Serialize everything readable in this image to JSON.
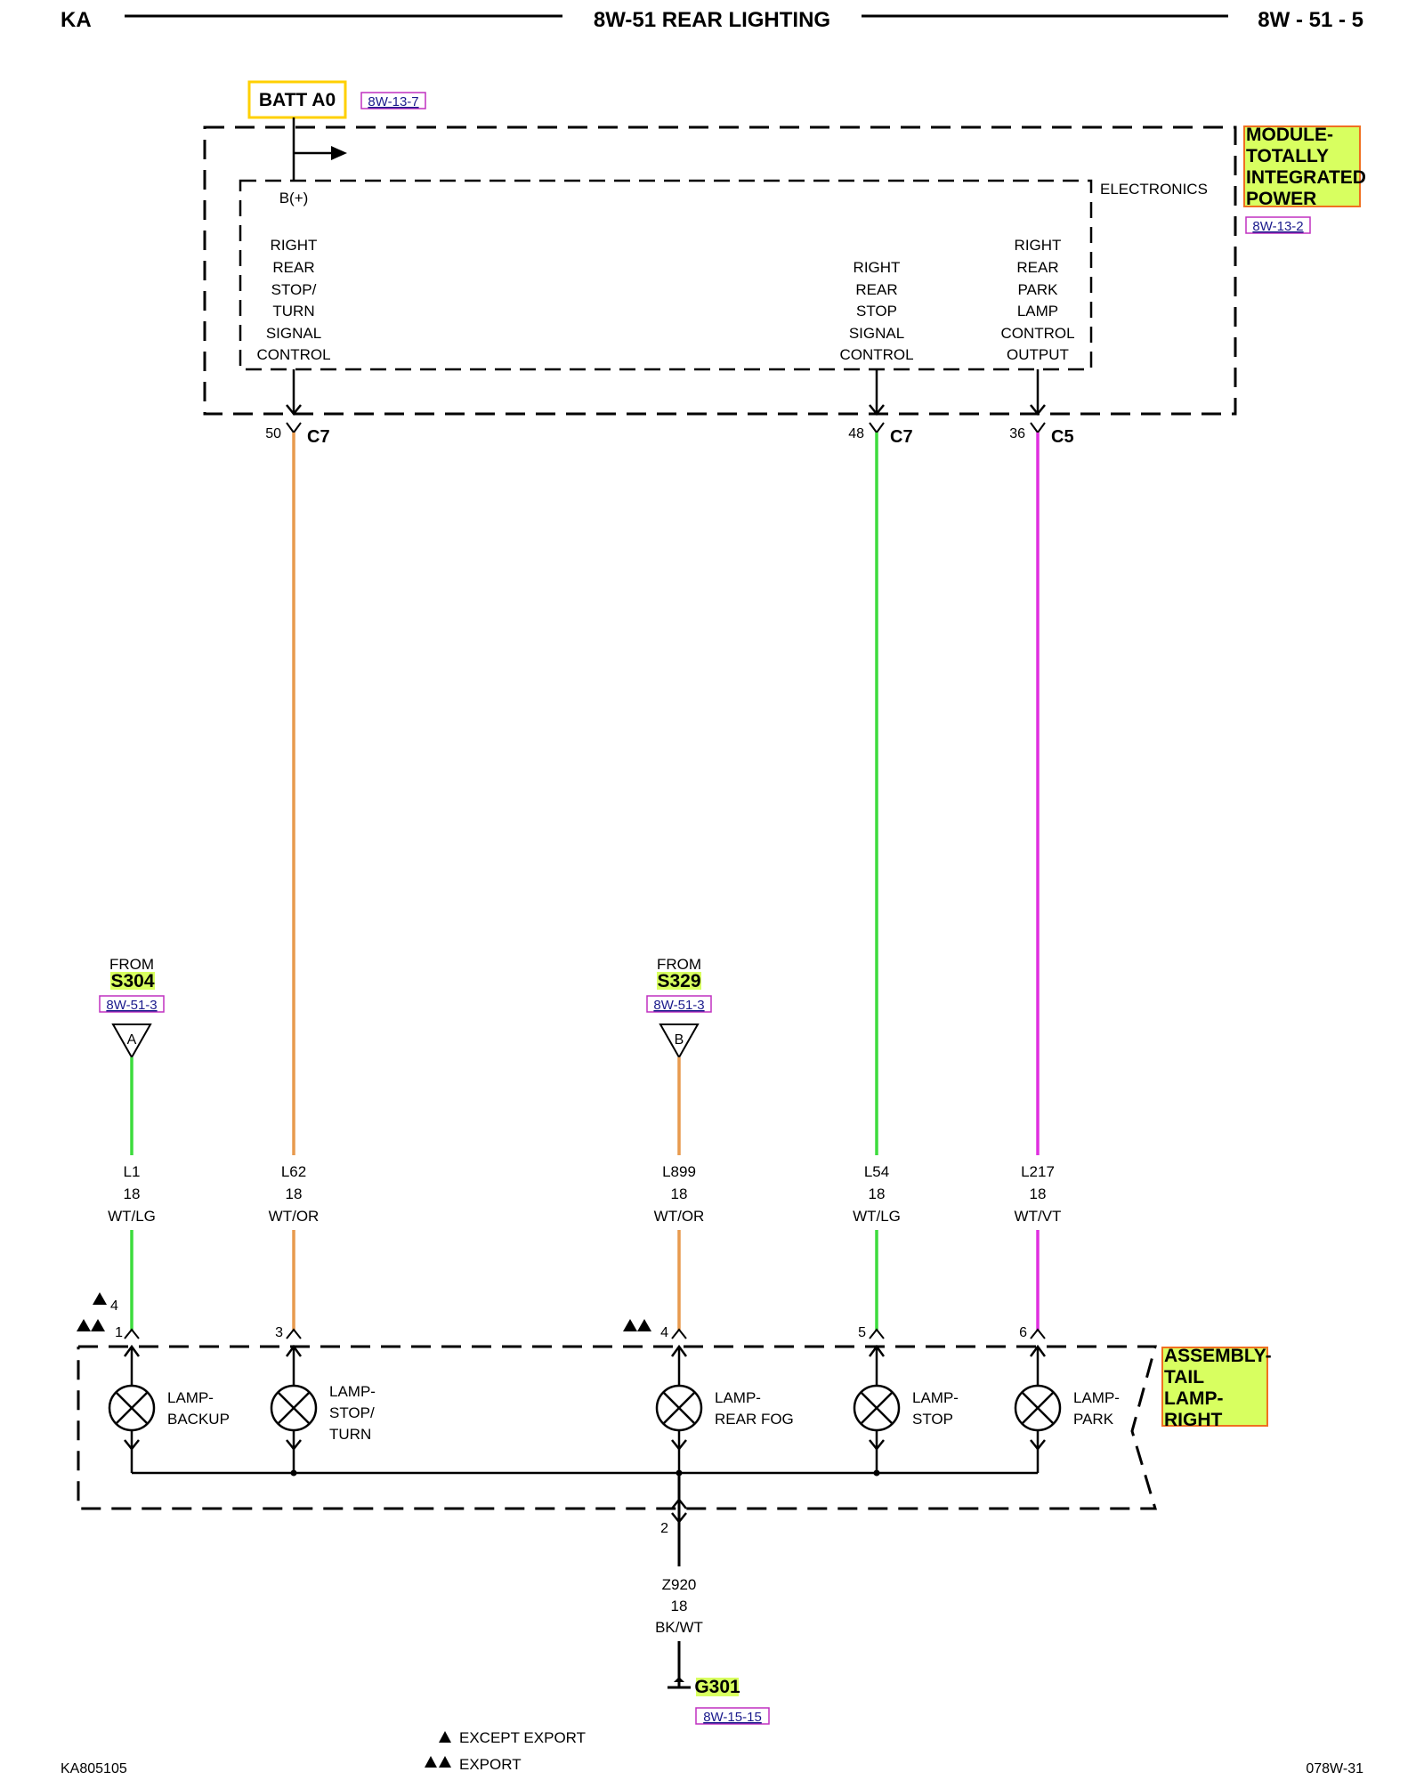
{
  "header": {
    "left": "KA",
    "title": "8W-51 REAR LIGHTING",
    "right": "8W - 51 - 5"
  },
  "footer": {
    "left": "KA805105",
    "right": "078W-31"
  },
  "colors": {
    "wt_or": "#e89a4e",
    "wt_lg": "#3ddc3d",
    "wt_vt": "#e030e0",
    "highlight": "#d8ff60",
    "highlight_border": "#f07020",
    "batt_border": "#ffd000",
    "ref": "#1a1a8c"
  },
  "batt": {
    "label": "BATT A0",
    "ref": "8W-13-7"
  },
  "module": {
    "lines": [
      "MODULE-",
      "TOTALLY",
      "INTEGRATED",
      "POWER"
    ],
    "ref": "8W-13-2",
    "electronics": "ELECTRONICS",
    "bplus": "B(+)",
    "ctrl1": [
      "RIGHT",
      "REAR",
      "STOP/",
      "TURN",
      "SIGNAL",
      "CONTROL"
    ],
    "ctrl2": [
      "RIGHT",
      "REAR",
      "STOP",
      "SIGNAL",
      "CONTROL"
    ],
    "ctrl3": [
      "RIGHT",
      "REAR",
      "PARK",
      "LAMP",
      "CONTROL",
      "OUTPUT"
    ]
  },
  "top_pins": [
    {
      "pin": "50",
      "connector": "C7"
    },
    {
      "pin": "48",
      "connector": "C7"
    },
    {
      "pin": "36",
      "connector": "C5"
    }
  ],
  "splices": [
    {
      "from": "FROM",
      "name": "S304",
      "ref": "8W-51-3",
      "letter": "A"
    },
    {
      "from": "FROM",
      "name": "S329",
      "ref": "8W-51-3",
      "letter": "B"
    }
  ],
  "wires": [
    {
      "circuit": "L1",
      "gauge": "18",
      "color": "WT/LG"
    },
    {
      "circuit": "L62",
      "gauge": "18",
      "color": "WT/OR"
    },
    {
      "circuit": "L899",
      "gauge": "18",
      "color": "WT/OR"
    },
    {
      "circuit": "L54",
      "gauge": "18",
      "color": "WT/LG"
    },
    {
      "circuit": "L217",
      "gauge": "18",
      "color": "WT/VT"
    }
  ],
  "assembly_pins": [
    "1",
    "3",
    "4",
    "5",
    "6"
  ],
  "alt_pin": "4",
  "lamps": [
    {
      "lines": [
        "LAMP-",
        "BACKUP"
      ]
    },
    {
      "lines": [
        "LAMP-",
        "STOP/",
        "TURN"
      ]
    },
    {
      "lines": [
        "LAMP-",
        "REAR FOG"
      ]
    },
    {
      "lines": [
        "LAMP-",
        "STOP"
      ]
    },
    {
      "lines": [
        "LAMP-",
        "PARK"
      ]
    }
  ],
  "assembly": {
    "lines": [
      "ASSEMBLY-",
      "TAIL",
      "LAMP-",
      "RIGHT"
    ]
  },
  "ground": {
    "pin": "2",
    "circuit": "Z920",
    "gauge": "18",
    "color": "BK/WT",
    "name": "G301",
    "ref": "8W-15-15"
  },
  "legend": {
    "single": "EXCEPT EXPORT",
    "double": "EXPORT"
  }
}
